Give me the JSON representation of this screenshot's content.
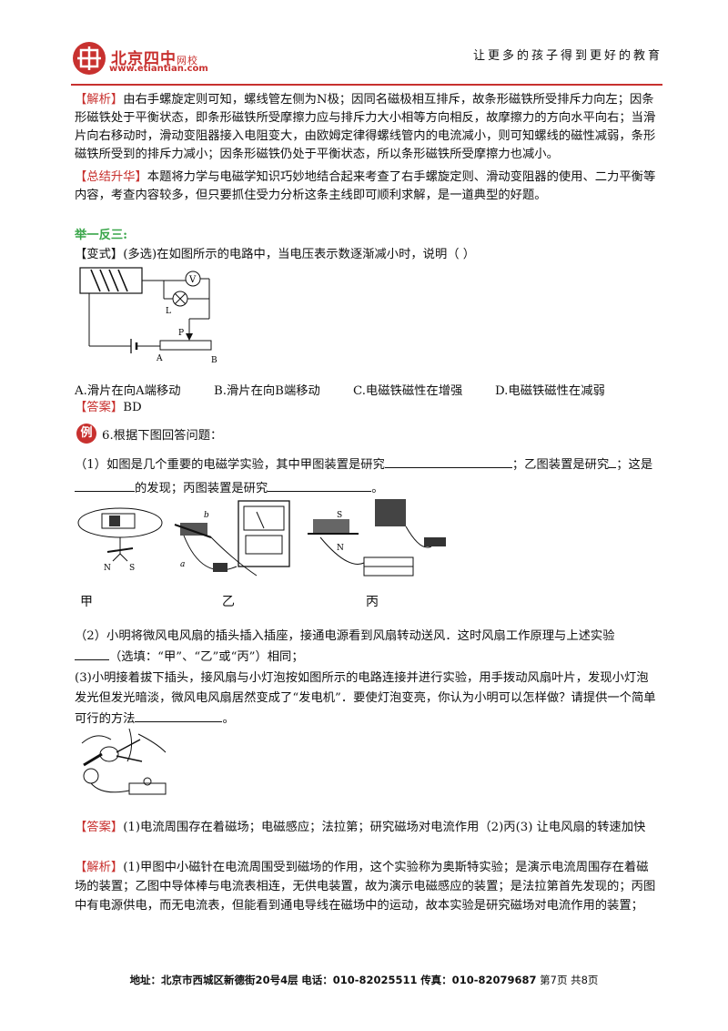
{
  "header": {
    "logo_name": "北京四中",
    "logo_sub": "网校",
    "logo_url": "www.etiantian.com",
    "slogan": "让更多的孩子得到更好的教育"
  },
  "analysis1": {
    "tag": "【解析】",
    "text": "由右手螺旋定则可知，螺线管左侧为N极；因同名磁极相互排斥，故条形磁铁所受排斥力向左；因条形磁铁处于平衡状态，即条形磁铁所受摩擦力应与排斥力大小相等方向相反，故摩擦力的方向水平向右；当滑片向右移动时，滑动变阻器接入电阻变大，由欧姆定律得螺线管内的电流减小，则可知螺线的磁性减弱，条形磁铁所受到的排斥力减小；因条形磁铁仍处于平衡状态，所以条形磁铁所受摩擦力也减小。"
  },
  "summary": {
    "tag": "【总结升华】",
    "text": "本题将力学与电磁学知识巧妙地结合起来考查了右手螺旋定则、滑动变阻器的使用、二力平衡等内容，考查内容较多，但只要抓住受力分析这条主线即可顺利求解，是一道典型的好题。"
  },
  "section_title": "举一反三:",
  "variant": {
    "tag": "【变式】",
    "text": "(多选)在如图所示的电路中，当电压表示数逐渐减小时，说明（    ）",
    "labels": {
      "V": "V",
      "L": "L",
      "P": "P",
      "A": "A",
      "B": "B"
    },
    "options": [
      "A.滑片在向A端移动",
      "B.滑片在向B端移动",
      "C.电磁铁磁性在增强",
      "D.电磁铁磁性在减弱"
    ]
  },
  "answer1": {
    "tag": "【答案】",
    "text": "BD"
  },
  "example": {
    "badge": "例",
    "title": "6.根据下图回答问题：",
    "q1_a": "（1）如图是几个重要的电磁学实验，其中甲图装置是研究",
    "q1_b": "；乙图装置是研究",
    "q1_c": "；这是",
    "q1_d": "的发现；丙图装置是研究",
    "q1_end": "。",
    "fig_labels": [
      "甲",
      "乙",
      "丙"
    ],
    "fig_marks": {
      "N": "N",
      "S": "S",
      "a": "a",
      "b": "b"
    },
    "q2_a": "（2）小明将微风电风扇的插头插入插座，接通电源看到风扇转动送风．这时风扇工作原理与上述实验",
    "q2_b": "（选填：“甲”、“乙”或“丙”）相同；",
    "q3": "(3)小明接着拔下插头，接风扇与小灯泡按如图所示的电路连接并进行实验，用手拨动风扇叶片，发现小灯泡发光但发光暗淡，微风电风扇居然变成了“发电机”．要使灯泡变亮，你认为小明可以怎样做？请提供一个简单可行的方法",
    "q3_end": "。"
  },
  "answer2": {
    "tag": "【答案】",
    "text": "(1)电流周围存在着磁场；电磁感应；法拉第；研究磁场对电流作用（2)丙(3) 让电风扇的转速加快"
  },
  "analysis2": {
    "tag": "【解析】",
    "text": "(1)甲图中小磁针在电流周围受到磁场的作用，这个实验称为奥斯特实验；是演示电流周围存在着磁场的装置；乙图中导体棒与电流表相连，无供电装置，故为演示电磁感应的装置；是法拉第首先发现的；丙图中有电源供电，而无电流表，但能看到通电导线在磁场中的运动，故本实验是研究磁场对电流作用的装置；"
  },
  "footer": {
    "address": "地址：北京市西城区新德街20号4层",
    "phone": "电话：010-82025511",
    "fax": "传真：010-82079687",
    "page": "第7页  共8页"
  }
}
